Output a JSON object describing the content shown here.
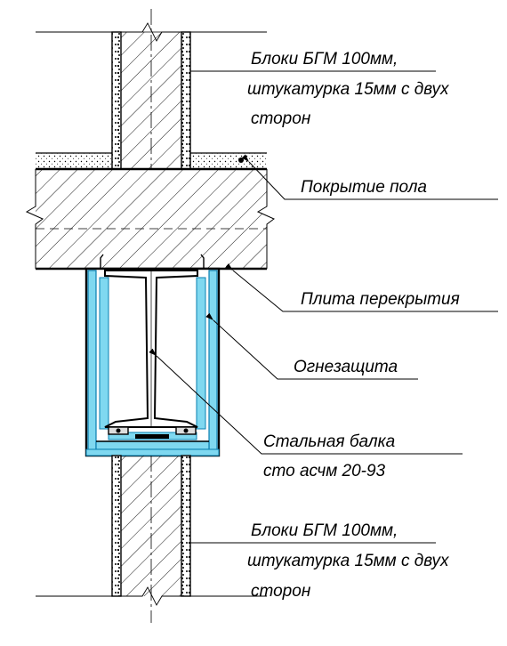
{
  "labels": {
    "wall_top_line1": "Блоки БГМ 100мм,",
    "wall_top_line2": "штукатурка 15мм с двух",
    "wall_top_line3": "сторон",
    "floor_finish": "Покрытие пола",
    "slab": "Плита перекрытия",
    "fire_protection": "Огнезащита",
    "beam_line1": "Стальная балка",
    "beam_line2": "сто асчм 20-93",
    "wall_bottom_line1": "Блоки БГМ 100мм,",
    "wall_bottom_line2": "штукатурка 15мм с двух",
    "wall_bottom_line3": "сторон"
  },
  "colors": {
    "line": "#000000",
    "fire_board": "#7fd8f0",
    "fire_board_stroke": "#0a7fb0",
    "background": "#ffffff"
  }
}
